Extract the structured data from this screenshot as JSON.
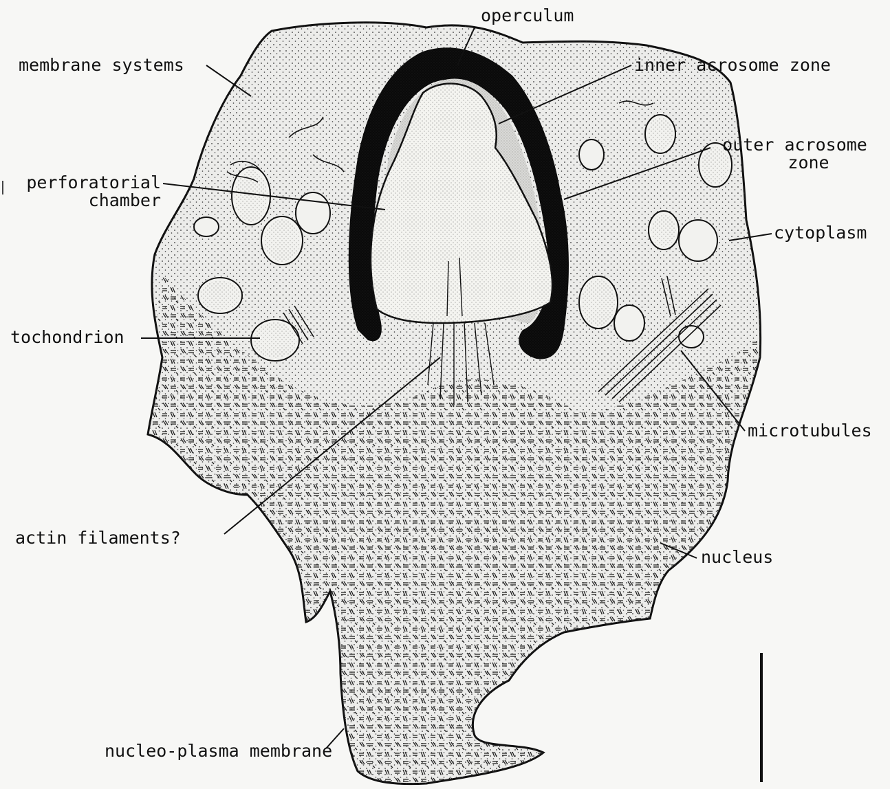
{
  "labels": {
    "operculum": "operculum",
    "membrane_systems": "membrane systems",
    "inner_acrosome_zone": "inner acrosome zone",
    "outer_acrosome_zone_line1": "outer acrosome",
    "outer_acrosome_zone_line2": "zone",
    "perforatorial_chamber_line1": "perforatorial",
    "perforatorial_chamber_line2": "chamber",
    "cytoplasm": "cytoplasm",
    "tochondrion": "tochondrion",
    "microtubules": "microtubules",
    "actin_filaments": "actin filaments?",
    "nucleus": "nucleus",
    "nucleo_plasma_membrane": "nucleo-plasma membrane"
  },
  "colors": {
    "ink": "#111111",
    "paper": "#f7f7f5",
    "cell_fill": "#ececea",
    "chamber_fill": "#f4f4f0",
    "acrosome_dark": "#0a0a0a"
  }
}
